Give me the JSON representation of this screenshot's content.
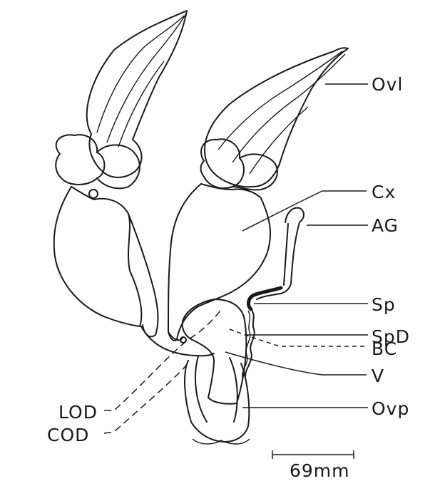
{
  "labels": {
    "ovl": "Ovl",
    "cx": "Cx",
    "ag": "AG",
    "sp": "Sp",
    "spd": "SpD",
    "bc": "BC",
    "v": "V",
    "ovp": "Ovp",
    "lod": "LOD",
    "cod": "COD"
  },
  "scale_bar": {
    "label": "69mm"
  },
  "colors": {
    "ink": "#1a1a1a",
    "background": "#ffffff"
  }
}
